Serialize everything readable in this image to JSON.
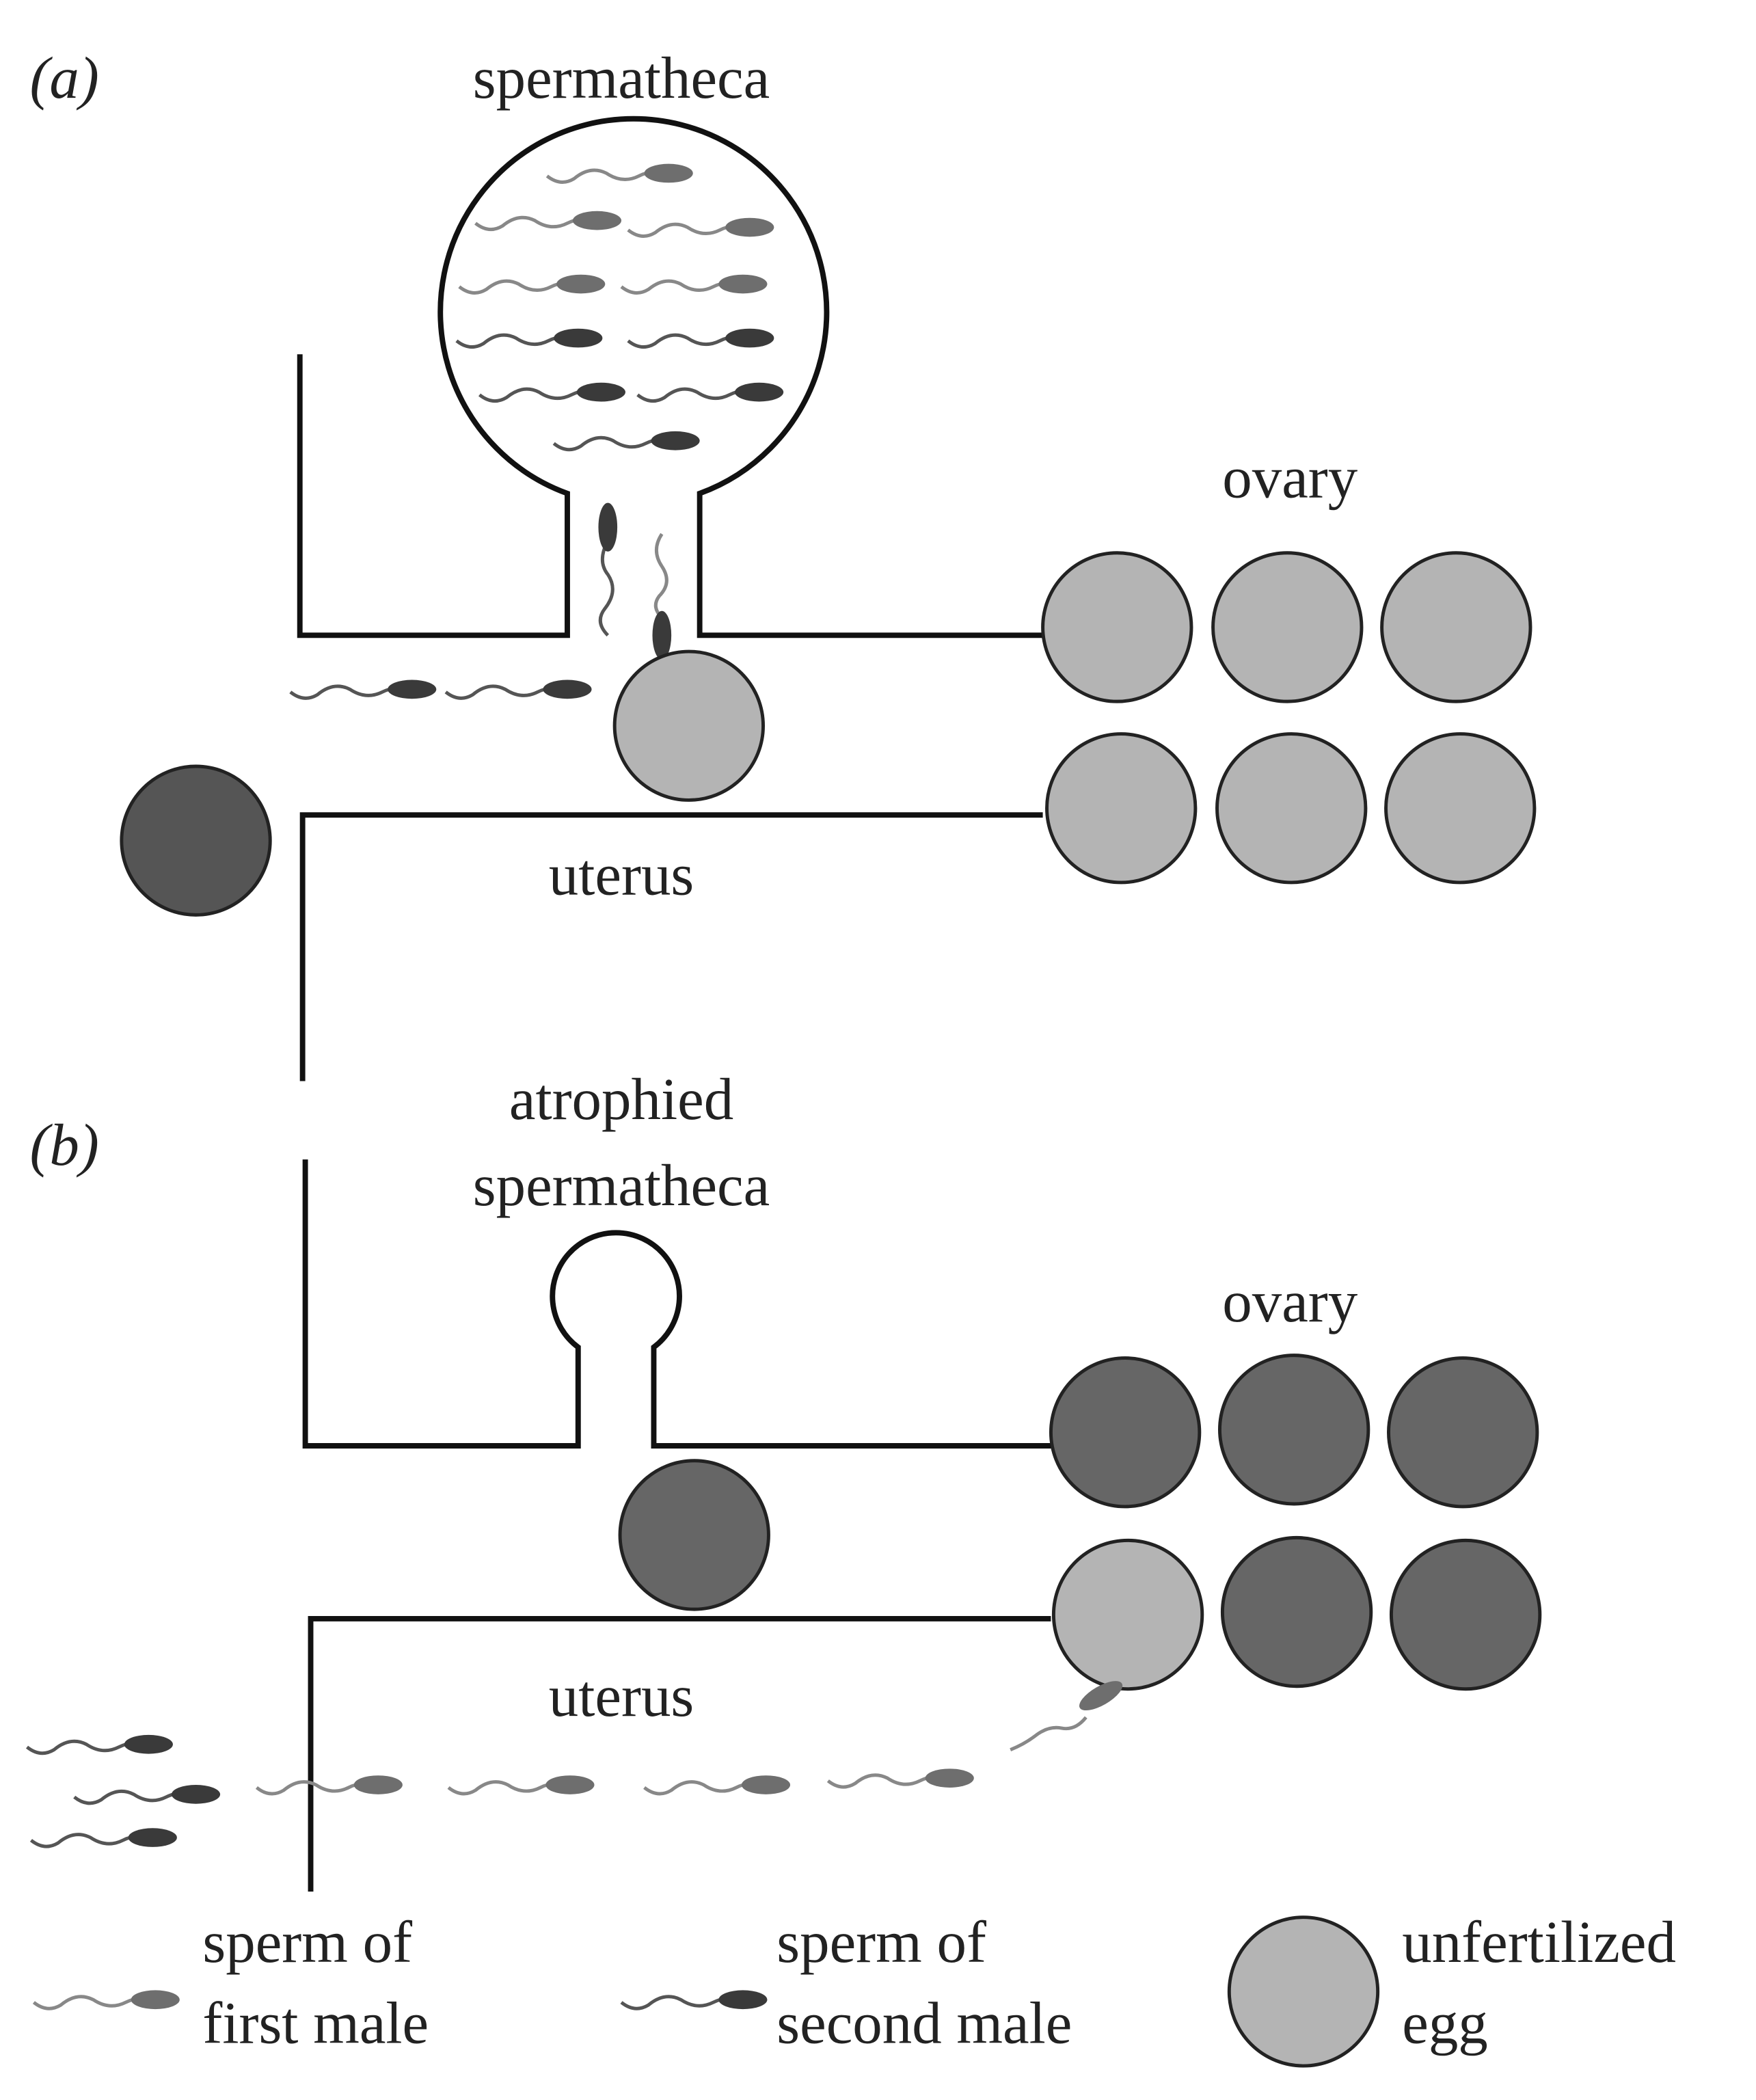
{
  "panels": {
    "a": {
      "label": "(a)",
      "spermatheca_label": "spermatheca",
      "ovary_label": "ovary",
      "uterus_label": "uterus"
    },
    "b": {
      "label": "(b)",
      "spermatheca_label_line1": "atrophied",
      "spermatheca_label_line2": "spermatheca",
      "ovary_label": "ovary",
      "uterus_label": "uterus"
    }
  },
  "legend": {
    "first_male_line1": "sperm of",
    "first_male_line2": "first male",
    "second_male_line1": "sperm of",
    "second_male_line2": "second male",
    "egg_line1": "unfertilized",
    "egg_line2": "egg"
  },
  "colors": {
    "unfertilized_egg": "#b4b4b4",
    "fertilized_egg": "#666666",
    "sperm_first_male": "#6e6e6e",
    "sperm_second_male": "#3a3a3a"
  }
}
